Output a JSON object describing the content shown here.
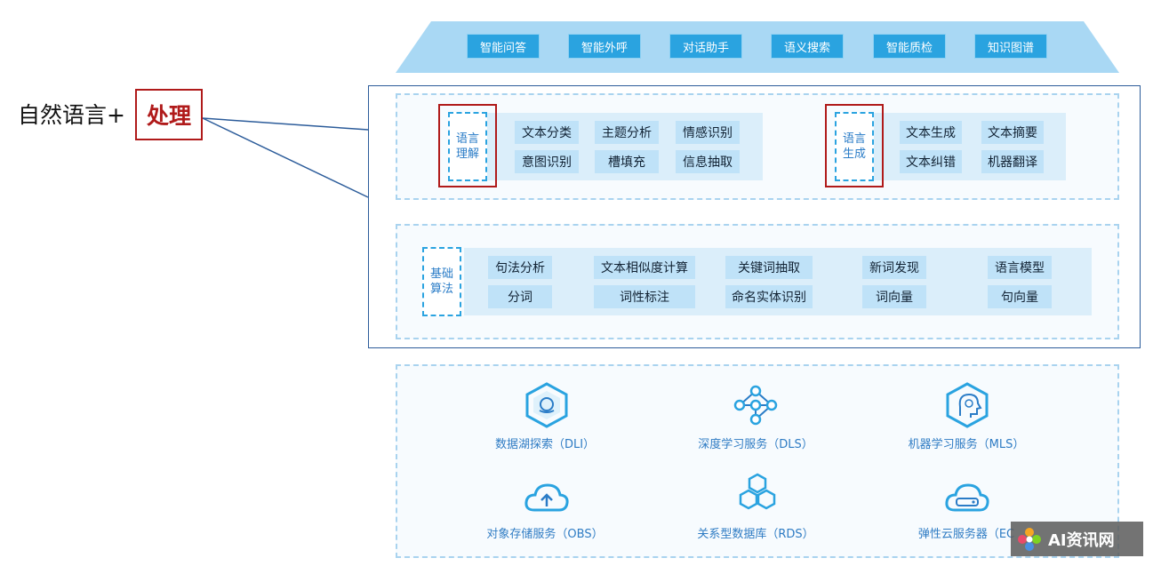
{
  "title": {
    "prefix": "自然语言+",
    "highlight": "处理"
  },
  "applications": [
    "智能问答",
    "智能外呼",
    "对话助手",
    "语义搜索",
    "智能质检",
    "知识图谱"
  ],
  "understanding": {
    "tag": [
      "语言",
      "理解"
    ],
    "items": [
      "文本分类",
      "主题分析",
      "情感识别",
      "意图识别",
      "槽填充",
      "信息抽取"
    ]
  },
  "generation": {
    "tag": [
      "语言",
      "生成"
    ],
    "items": [
      "文本生成",
      "文本摘要",
      "文本纠错",
      "机器翻译"
    ]
  },
  "basic": {
    "tag": [
      "基础",
      "算法"
    ],
    "items": [
      "句法分析",
      "文本相似度计算",
      "关键词抽取",
      "新词发现",
      "语言模型",
      "分词",
      "词性标注",
      "命名实体识别",
      "词向量",
      "句向量"
    ]
  },
  "services": [
    {
      "label": "数据湖探索（DLI）",
      "icon": "data-lake-icon"
    },
    {
      "label": "深度学习服务（DLS）",
      "icon": "neural-network-icon"
    },
    {
      "label": "机器学习服务（MLS）",
      "icon": "ai-head-icon"
    },
    {
      "label": "对象存储服务（OBS）",
      "icon": "cloud-storage-icon"
    },
    {
      "label": "关系型数据库（RDS）",
      "icon": "database-hexagon-icon"
    },
    {
      "label": "弹性云服务器（EC",
      "icon": "cloud-server-icon"
    }
  ],
  "watermark": "AI资讯网",
  "colors": {
    "accent": "#2aa3e0",
    "highlight": "#b01a1a",
    "frame": "#2c5c9a"
  }
}
